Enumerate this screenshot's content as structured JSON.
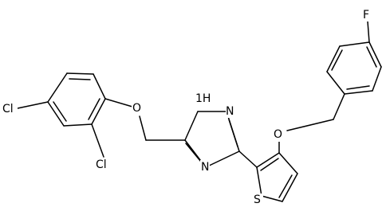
{
  "molecule": {
    "atom_labels": {
      "cl_para": "Cl",
      "cl_ortho": "Cl",
      "o_aryl_ether": "O",
      "nh": "1H",
      "n_upper": "N",
      "n_lower": "N",
      "o_benzyl_ether": "O",
      "s_thiophene": "S",
      "f": "F"
    }
  }
}
